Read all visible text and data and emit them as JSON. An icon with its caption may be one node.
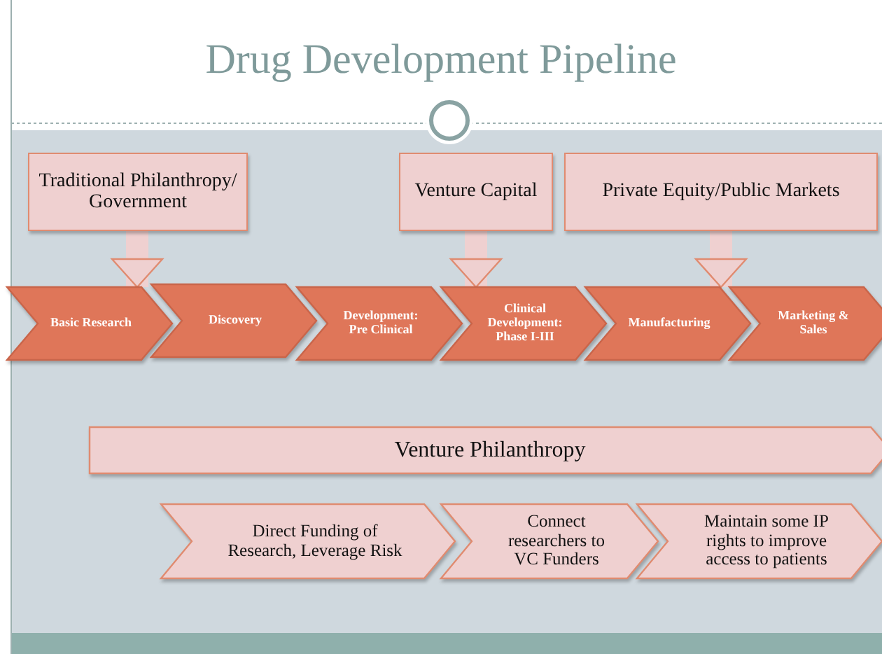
{
  "diagram": {
    "title": "Drug Development Pipeline",
    "nodes": [
      {
        "text": [
          "Traditional Philanthropy/ Government"
        ]
      },
      {
        "text": [
          "Venture Capital"
        ]
      },
      {
        "text": [
          "Private Equity/Public Markets"
        ]
      },
      {
        "text": [
          "Basic Research"
        ]
      },
      {
        "text": [
          "Discovery"
        ]
      },
      {
        "text": [
          "Development: Pre Clinical"
        ]
      },
      {
        "text": [
          "Clinical Development: Phase I-III"
        ]
      },
      {
        "text": [
          "Manufacturing"
        ]
      },
      {
        "text": [
          "Marketing & Sales"
        ]
      },
      {
        "text": [
          "Venture Philanthropy"
        ]
      },
      {
        "text": [
          "Direct Funding of Research, Leverage Risk"
        ]
      },
      {
        "text": [
          "Connect researchers to VC Funders"
        ]
      },
      {
        "text": [
          "Maintain some IP rights to improve access to patients"
        ]
      }
    ],
    "edges": [
      {
        "from": 0,
        "to": 3,
        "arrow": "to"
      },
      {
        "from": 1,
        "to": 6,
        "arrow": "to"
      },
      {
        "from": 2,
        "to": 7,
        "arrow": "to"
      }
    ]
  }
}
